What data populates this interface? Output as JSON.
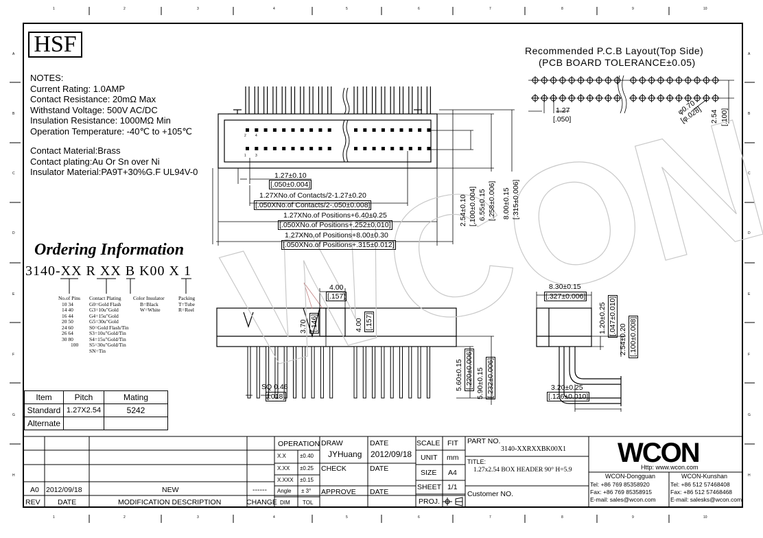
{
  "zones": {
    "columns": [
      "1",
      "2",
      "3",
      "4",
      "5",
      "6",
      "7",
      "8",
      "9",
      "10"
    ],
    "rows": [
      "A",
      "B",
      "C",
      "D",
      "E",
      "F",
      "G",
      "H"
    ]
  },
  "logo": "HSF",
  "notes": {
    "heading": "NOTES:",
    "lines": [
      "Current Rating: 1.0AMP",
      "Contact Resistance: 20mΩ Max",
      "Withstand Voltage: 500V AC/DC",
      "Insulation Resistance: 1000MΩ Min",
      "Operation Temperature: -40℃ to +105℃"
    ],
    "material_lines": [
      "Contact Material:Brass",
      "Contact plating:Au Or Sn over Ni",
      "Insulator Material:PA9T+30%G.F UL94V-0"
    ]
  },
  "ordering": {
    "title": "Ordering Information",
    "code": "3140-XX R XX B K00 X 1",
    "no_of_pins": {
      "label": "No.of Pins",
      "rows": [
        "10  34",
        "14  40",
        "16  44",
        "20  50",
        "24  60",
        "26  64",
        "30  80",
        "100"
      ]
    },
    "contact_plating": {
      "label": "Contact Plating",
      "rows": [
        "G0=Gold Flash",
        "G3=10u\"Gold",
        "G4=15u\"Gold",
        "G5=30u\"Gold",
        "S0=Gold Flash/Tin",
        "S3=10u\"Gold/Tin",
        "S4=15u\"Gold/Tin",
        "S5=30u\"Gold/Tin",
        "SN=Tin"
      ]
    },
    "color_insulator": {
      "label": "Color Insulator",
      "rows": [
        "B=Black",
        "W=White"
      ]
    },
    "packing": {
      "label": "Packing",
      "rows": [
        "T=Tube",
        "R=Reel"
      ]
    }
  },
  "pitch_table": {
    "headers": [
      "Item",
      "Pitch",
      "Mating"
    ],
    "rows": [
      [
        "Standard",
        "1.27X2.54",
        "5242"
      ],
      [
        "Alternate",
        "",
        ""
      ]
    ]
  },
  "pcb_layout": {
    "title": "Recommended P.C.B Layout(Top Side)",
    "subtitle": "(PCB BOARD TOLERANCE±0.05)",
    "dims": {
      "pitch_mm": "1.27",
      "pitch_in": "[.050]",
      "hole_mm": "φ0.70",
      "hole_in": "[φ.028]",
      "row_mm": "2.54",
      "row_in": "[.100]"
    }
  },
  "top_view": {
    "pin_labels": [
      "2",
      "4",
      "1",
      "3"
    ],
    "dims": [
      {
        "mm": "1.27±0.10",
        "in": "[.050±0.004]"
      },
      {
        "mm": "1.27XNo.of Contacts/2-1.27±0.20",
        "in": "[.050XNo.of Contacts/2-.050±0.008]"
      },
      {
        "mm": "1.27XNo.of Positions+6.40±0.25",
        "in": "[.050XNo.of Positions+.252±0.010]"
      },
      {
        "mm": "1.27XNo.of Positions+8.00±0.30",
        "in": "[.050XNo.of Positions+.315±0.012]"
      }
    ],
    "vertical_dims": [
      "2.54±0.10",
      "[.100±0.004]",
      "6.55±0.15",
      "[.258±0.006]",
      "8.00±0.15",
      "[.315±0.006]"
    ]
  },
  "front_view": {
    "dims": {
      "key_width_mm": "4.00",
      "key_width_in": "[.157]",
      "key_height_mm": "3.70",
      "key_height_in": "[.146]",
      "key_depth_mm": "4.00",
      "key_depth_in": "[.157]",
      "sq_mm": "SQ 0.46",
      "sq_in": "[.018]",
      "tail1_mm": "5.60±0.15",
      "tail1_in": "[.220±0.006]",
      "tail2_mm": "5.90±0.15",
      "tail2_in": "[.232±0.006]"
    }
  },
  "side_view": {
    "dims": {
      "width_mm": "8.30±0.15",
      "width_in": "[.327±0.006]",
      "h1_mm": "1.20±0.25",
      "h1_in": "[.047±0.010]",
      "h2_mm": "2.54±0.20",
      "h2_in": "[.100±0.008]",
      "tail_mm": "3.20±0.25",
      "tail_in": "[.126±0.010]"
    }
  },
  "watermark": "WCON",
  "title_block": {
    "revision": {
      "rev": "A0",
      "date": "2012/09/18",
      "description": "NEW",
      "change": "------"
    },
    "rev_headers": {
      "rev": "REV",
      "date": "DATE",
      "description": "MODIFICATION DESCRIPTION",
      "change": "CHANGE"
    },
    "operation": {
      "header": "OPERATION",
      "rows": [
        [
          "X.X",
          "±0.40"
        ],
        [
          "X.XX",
          "±0.25"
        ],
        [
          "X.XXX",
          "±0.15"
        ],
        [
          "Angle",
          "± 3°"
        ],
        [
          "DIM",
          "TOL"
        ]
      ]
    },
    "draw_label": "DRAW",
    "draw_value": "JYHuang",
    "check_label": "CHECK",
    "approve_label": "APPROVE",
    "date_label": "DATE",
    "date_value": "2012/09/18",
    "scale_label": "SCALE",
    "scale_value": "FIT",
    "unit_label": "UNIT",
    "unit_value": "mm",
    "size_label": "SIZE",
    "size_value": "A4",
    "sheet_label": "SHEET",
    "sheet_value": "1/1",
    "proj_label": "PROJ.",
    "part_no_label": "PART NO.",
    "part_no_value": "3140-XXRXXBK00X1",
    "title_label": "TITLE:",
    "title_value": "1.27x2.54 BOX HEADER 90° H=5.9",
    "customer_label": "Customer NO.",
    "company": {
      "logo": "WCON",
      "http": "Http:  www.wcon.com",
      "left_name": "WCON-Dongguan",
      "left_tel": "Tel: +86 769 85358920",
      "left_fax": "Fax: +86 769 85358915",
      "left_email": "E-mail: sales@wcon.com",
      "right_name": "WCON-Kunshan",
      "right_tel": "Tel: +86 512 57468408",
      "right_fax": "Fax: +86 512 57468468",
      "right_email": "E-mail: salesks@wcon.com"
    }
  }
}
